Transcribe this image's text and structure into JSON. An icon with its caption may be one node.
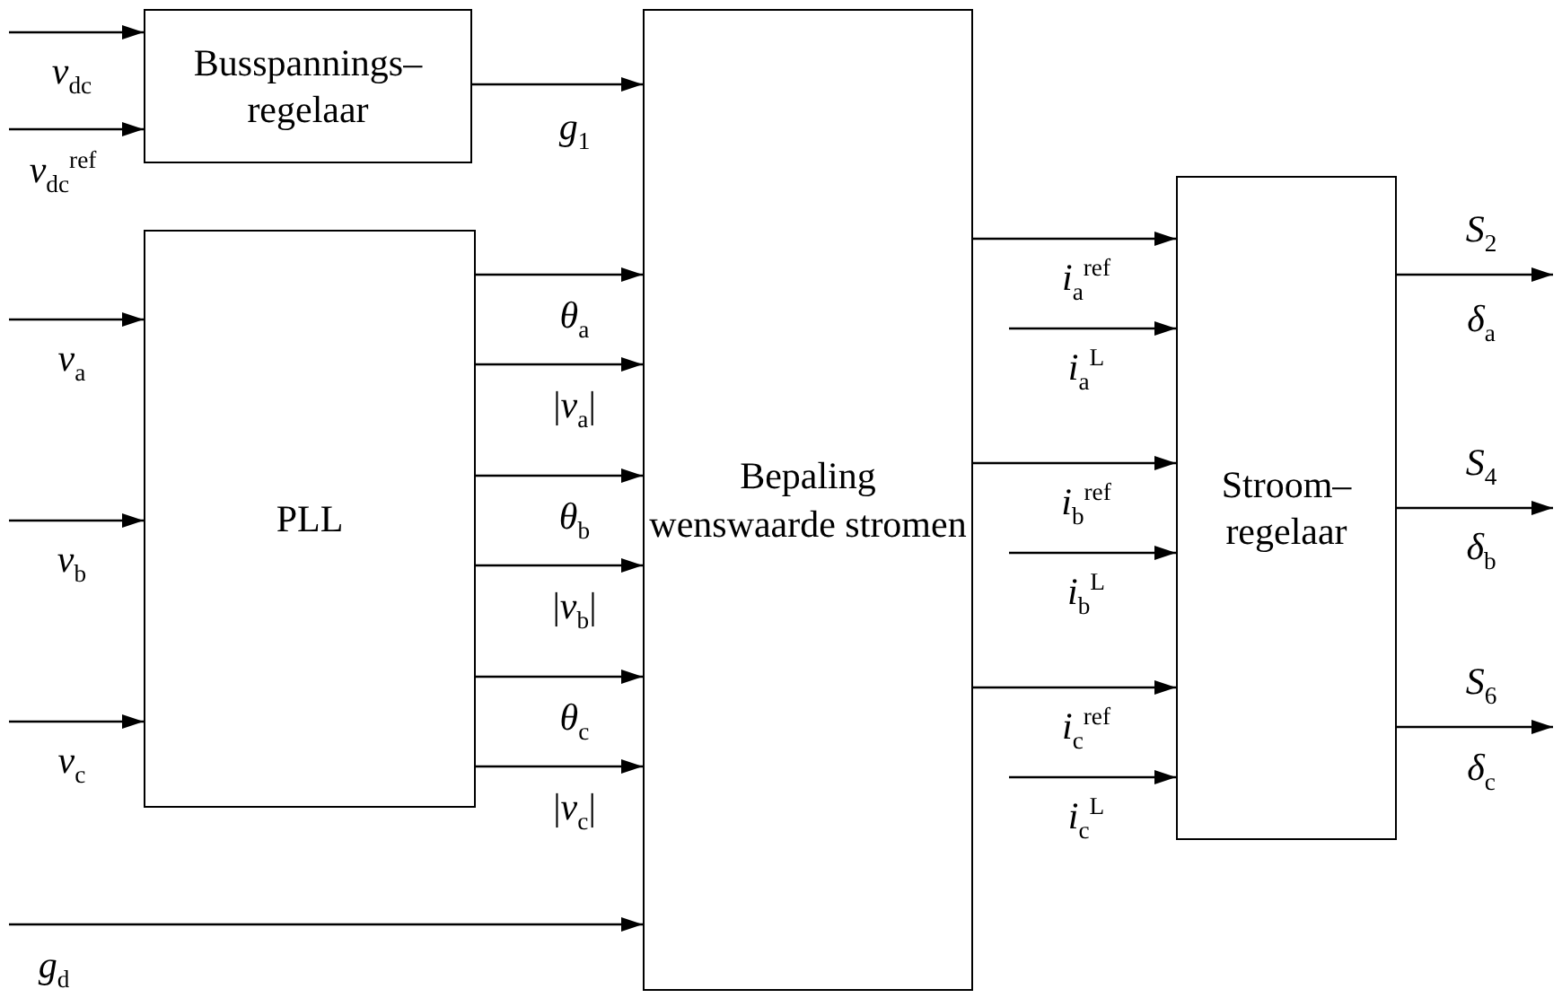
{
  "diagram": {
    "nodes": [
      {
        "text": [
          "Busspannings– regelaar"
        ]
      },
      {
        "text": [
          "PLL"
        ]
      },
      {
        "text": [
          "Bepaling wenswaarde stromen"
        ]
      },
      {
        "text": [
          "Stroom– regelaar"
        ]
      }
    ],
    "edges": [
      {
        "from": null,
        "to": 0,
        "arrow": "to",
        "label": "*v*$_{dc}$"
      },
      {
        "from": null,
        "to": 0,
        "arrow": "to",
        "label": "*v*$_{dc}$$^{ref}$"
      },
      {
        "from": 0,
        "to": 2,
        "arrow": "to",
        "label": "*g*$_{1}$"
      },
      {
        "from": null,
        "to": 1,
        "arrow": "to",
        "label": "*v*$_{a}$"
      },
      {
        "from": null,
        "to": 1,
        "arrow": "to",
        "label": "*v*$_{b}$"
      },
      {
        "from": null,
        "to": 1,
        "arrow": "to",
        "label": "*v*$_{c}$"
      },
      {
        "from": 1,
        "to": 2,
        "arrow": "to",
        "label": "*θ*$_{a}$"
      },
      {
        "from": 1,
        "to": 2,
        "arrow": "to",
        "label": "|*v*$_{a}$|"
      },
      {
        "from": 1,
        "to": 2,
        "arrow": "to",
        "label": "*θ*$_{b}$"
      },
      {
        "from": 1,
        "to": 2,
        "arrow": "to",
        "label": "|*v*$_{b}$|"
      },
      {
        "from": 1,
        "to": 2,
        "arrow": "to",
        "label": "*θ*$_{c}$"
      },
      {
        "from": 1,
        "to": 2,
        "arrow": "to",
        "label": "|*v*$_{c}$|"
      },
      {
        "from": null,
        "to": 2,
        "arrow": "to",
        "label": "*g*$_{d}$"
      },
      {
        "from": 2,
        "to": 3,
        "arrow": "to",
        "label": "*i*$_{a}$$^{ref}$"
      },
      {
        "from": 2,
        "to": 3,
        "arrow": "to",
        "label": "*i*$_{b}$$^{ref}$"
      },
      {
        "from": 2,
        "to": 3,
        "arrow": "to",
        "label": "*i*$_{c}$$^{ref}$"
      },
      {
        "from": null,
        "to": 3,
        "arrow": "to",
        "label": "*i*$_{a}$$^{L}$"
      },
      {
        "from": null,
        "to": 3,
        "arrow": "to",
        "label": "*i*$_{b}$$^{L}$"
      },
      {
        "from": null,
        "to": 3,
        "arrow": "to",
        "label": "*i*$_{c}$$^{L}$"
      },
      {
        "from": 3,
        "to": null,
        "arrow": "to",
        "label": "*S*$_{2}$"
      },
      {
        "from": 3,
        "to": null,
        "arrow": "to",
        "label": "*S*$_{4}$"
      },
      {
        "from": 3,
        "to": null,
        "arrow": "to",
        "label": "*S*$_{6}$"
      }
    ],
    "labels": [
      "*δ*$_{a}$",
      "*δ*$_{b}$",
      "*δ*$_{c}$"
    ]
  }
}
